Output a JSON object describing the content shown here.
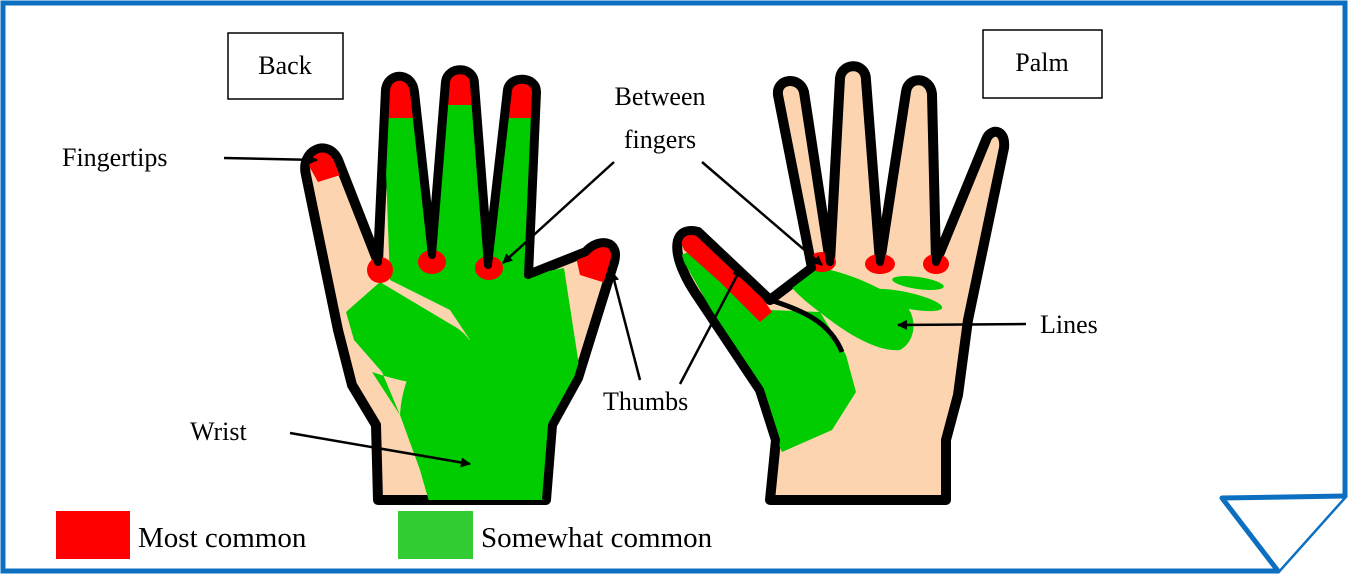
{
  "titles": {
    "back": "Back",
    "palm": "Palm"
  },
  "labels": {
    "fingertips": "Fingertips",
    "between_fingers_line1": "Between",
    "between_fingers_line2": "fingers",
    "thumbs": "Thumbs",
    "wrist": "Wrist",
    "lines": "Lines"
  },
  "legend": [
    {
      "label": "Most common",
      "color": "#ff0000"
    },
    {
      "label": "Somewhat common",
      "color": "#33cc33"
    }
  ],
  "colors": {
    "skin": "#fcd5b0",
    "outline": "#000000",
    "red": "#ff0000",
    "green": "#00cc00",
    "frame": "#0d6fc0"
  }
}
